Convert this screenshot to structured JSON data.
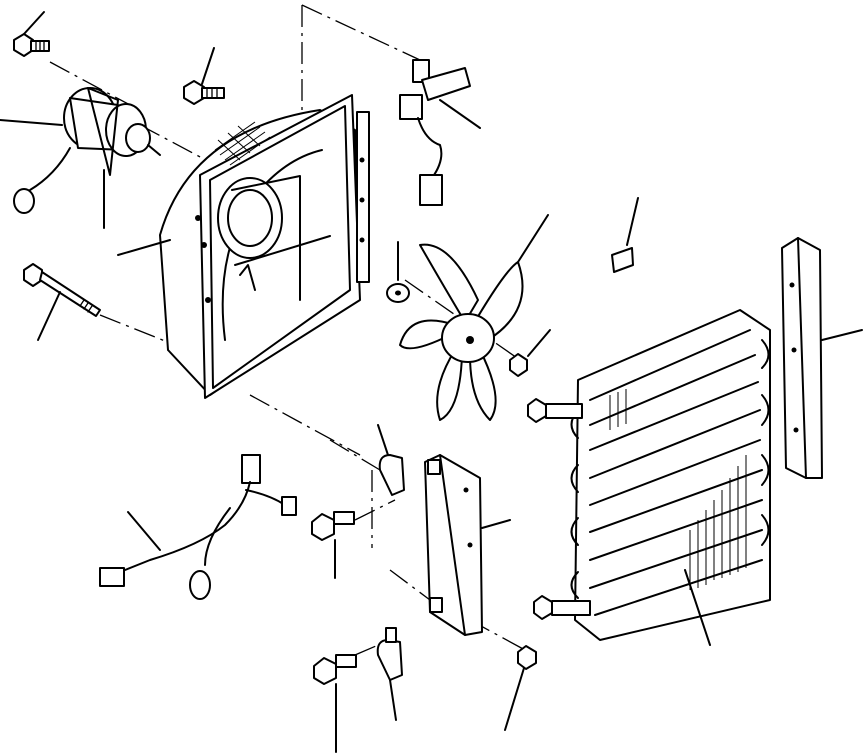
{
  "figure": {
    "labels": [],
    "parts": [
      "hex-bolt-motor",
      "fan-motor",
      "hex-bolt-shroud",
      "fan-shroud",
      "long-bolt",
      "resistor-connector",
      "fan-blade",
      "washer",
      "nut",
      "label-plate",
      "side-bracket-right",
      "condenser-core",
      "wiring-harness",
      "clamp-upper",
      "bracket-left",
      "flange-bolt-upper",
      "flange-bolt-lower",
      "clamp-lower",
      "flange-nut-lower"
    ]
  }
}
